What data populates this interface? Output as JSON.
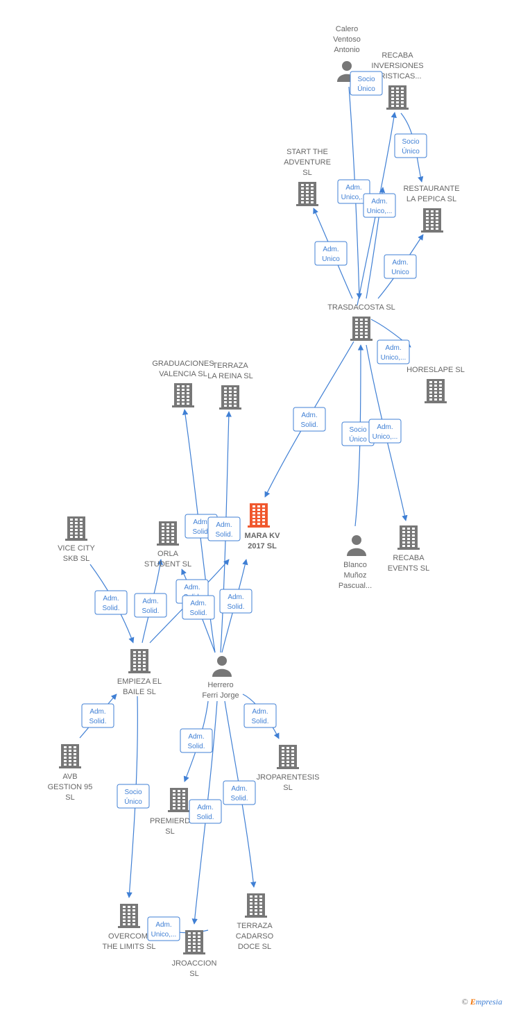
{
  "colors": {
    "edge": "#3f7fd4",
    "node": "#777777",
    "center": "#f0582e",
    "label": "#666666"
  },
  "nodes": [
    {
      "id": "calero",
      "type": "person",
      "lines": [
        "Calero",
        "Ventoso",
        "Antonio"
      ],
      "icon": "person-icon"
    },
    {
      "id": "recaba_inv",
      "type": "company",
      "lines": [
        "RECABA",
        "INVERSIONES",
        "...RISTICAS..."
      ],
      "icon": "building-icon"
    },
    {
      "id": "start",
      "type": "company",
      "lines": [
        "START THE",
        "ADVENTURE",
        "SL"
      ],
      "icon": "building-icon"
    },
    {
      "id": "restaurante",
      "type": "company",
      "lines": [
        "RESTAURANTE",
        "LA PEPICA SL"
      ],
      "icon": "building-icon"
    },
    {
      "id": "trasdacosta",
      "type": "company",
      "lines": [
        "TRASDACOSTA SL"
      ],
      "icon": "building-icon"
    },
    {
      "id": "horeslape",
      "type": "company",
      "lines": [
        "HORESLAPE SL"
      ],
      "icon": "building-icon"
    },
    {
      "id": "graduaciones",
      "type": "company",
      "lines": [
        "GRADUACIONES",
        "VALENCIA  SL"
      ],
      "icon": "building-icon"
    },
    {
      "id": "terraza_reina",
      "type": "company",
      "lines": [
        "TERRAZA",
        "LA REINA  SL"
      ],
      "icon": "building-icon"
    },
    {
      "id": "mara",
      "type": "center",
      "lines": [
        "MARA KV",
        "2017  SL"
      ],
      "icon": "building-icon"
    },
    {
      "id": "vice",
      "type": "company",
      "lines": [
        "VICE CITY",
        "SKB  SL"
      ],
      "icon": "building-icon"
    },
    {
      "id": "orla",
      "type": "company",
      "lines": [
        "ORLA",
        "STUDENT  SL"
      ],
      "icon": "building-icon"
    },
    {
      "id": "blanco",
      "type": "person",
      "lines": [
        "Blanco",
        "Muñoz",
        "Pascual..."
      ],
      "icon": "person-icon"
    },
    {
      "id": "recaba_events",
      "type": "company",
      "lines": [
        "RECABA",
        "EVENTS  SL"
      ],
      "icon": "building-icon"
    },
    {
      "id": "empieza",
      "type": "company",
      "lines": [
        "EMPIEZA EL",
        "BAILE  SL"
      ],
      "icon": "building-icon"
    },
    {
      "id": "herrero",
      "type": "person",
      "lines": [
        "Herrero",
        "Ferri Jorge"
      ],
      "icon": "person-icon"
    },
    {
      "id": "avb",
      "type": "company",
      "lines": [
        "AVB",
        "GESTION 95",
        "SL"
      ],
      "icon": "building-icon"
    },
    {
      "id": "jroparentesis",
      "type": "company",
      "lines": [
        "JROPARENTESIS",
        "SL"
      ],
      "icon": "building-icon"
    },
    {
      "id": "premierd",
      "type": "company",
      "lines": [
        "PREMIERD",
        "SL"
      ],
      "icon": "building-icon"
    },
    {
      "id": "overcomi",
      "type": "company",
      "lines": [
        "OVERCOMI",
        "THE LIMITS  SL"
      ],
      "icon": "building-icon"
    },
    {
      "id": "terraza_cadarso",
      "type": "company",
      "lines": [
        "TERRAZA",
        "CADARSO",
        "DOCE  SL"
      ],
      "icon": "building-icon"
    },
    {
      "id": "jroaccion",
      "type": "company",
      "lines": [
        "JROACCION",
        "SL"
      ],
      "icon": "building-icon"
    }
  ],
  "edges": [
    {
      "id": "e1",
      "label": [
        "Socio",
        "Único"
      ]
    },
    {
      "id": "e2",
      "label": [
        "Adm.",
        "Unico,..."
      ]
    },
    {
      "id": "e3",
      "label": [
        "Adm.",
        "Unico,..."
      ]
    },
    {
      "id": "e4",
      "label": [
        "Socio",
        "Único"
      ]
    },
    {
      "id": "e5",
      "label": [
        "Adm.",
        "Unico"
      ]
    },
    {
      "id": "e6",
      "label": [
        "Adm.",
        "Unico"
      ]
    },
    {
      "id": "e7",
      "label": [
        "Adm.",
        "Unico,..."
      ]
    },
    {
      "id": "e8",
      "label": [
        "Adm.",
        "Solid."
      ]
    },
    {
      "id": "e9",
      "label": [
        "Socio",
        "Único"
      ]
    },
    {
      "id": "e10",
      "label": [
        "Adm.",
        "Unico,..."
      ]
    },
    {
      "id": "e11",
      "label": [
        "Adm.",
        "Solid."
      ]
    },
    {
      "id": "e12",
      "label": [
        "Adm.",
        "Solid."
      ]
    },
    {
      "id": "e13",
      "label": [
        "Adm.",
        "Solid."
      ]
    },
    {
      "id": "e14",
      "label": [
        "Adm.",
        "Solid."
      ]
    },
    {
      "id": "e15",
      "label": [
        "Adm.",
        "Solid."
      ]
    },
    {
      "id": "e16",
      "label": [
        "Adm.",
        "Solid."
      ]
    },
    {
      "id": "e17",
      "label": [
        "Adm.",
        "Solid."
      ]
    },
    {
      "id": "e18",
      "label": [
        "Adm.",
        "Solid."
      ]
    },
    {
      "id": "e19",
      "label": [
        "Socio",
        "Único"
      ]
    },
    {
      "id": "e20",
      "label": [
        "Adm.",
        "Solid."
      ]
    },
    {
      "id": "e21",
      "label": [
        "Adm.",
        "Solid."
      ]
    },
    {
      "id": "e22",
      "label": [
        "Adm.",
        "Solid."
      ]
    },
    {
      "id": "e23",
      "label": [
        "Adm.",
        "Solid."
      ]
    },
    {
      "id": "e24",
      "label": [
        "Adm.",
        "Unico,..."
      ]
    }
  ],
  "footer": {
    "copyright": "©",
    "brand_initial": "E",
    "brand_rest": "mpresia"
  }
}
